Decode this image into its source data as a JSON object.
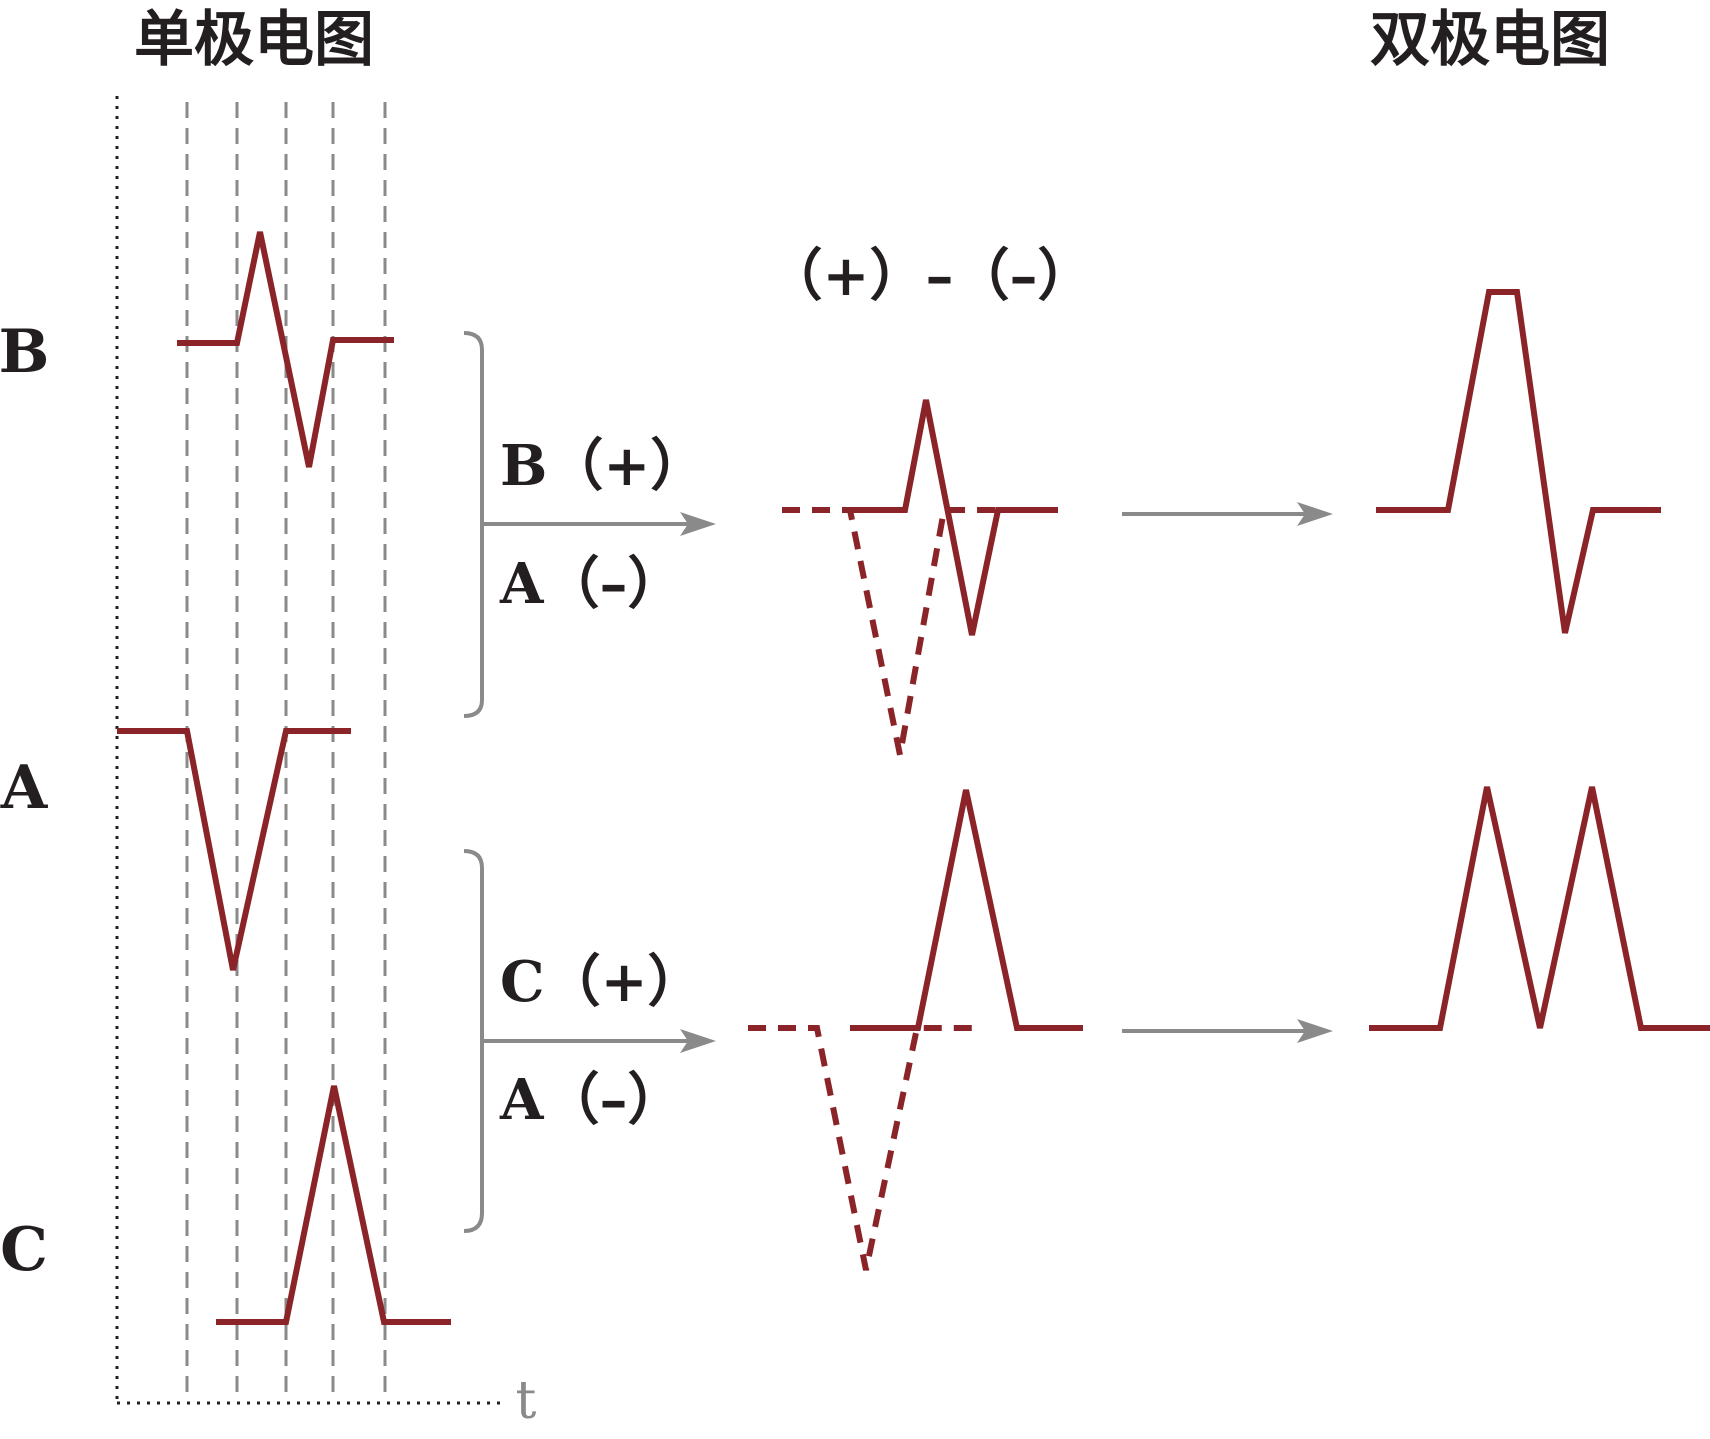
{
  "titles": {
    "unipolar": "单极电图",
    "bipolar": "双极电图"
  },
  "leads": {
    "b": "B",
    "a": "A",
    "c": "C"
  },
  "time_axis_label": "t",
  "formula": "（+）–（–）",
  "pairs": {
    "top_plus": "B（+）",
    "top_minus": "A（–）",
    "bottom_plus": "C（+）",
    "bottom_minus": "A（–）"
  },
  "colors": {
    "waveform": "#8b2428",
    "guides": "#8a8a8a",
    "text": "#231f20"
  }
}
